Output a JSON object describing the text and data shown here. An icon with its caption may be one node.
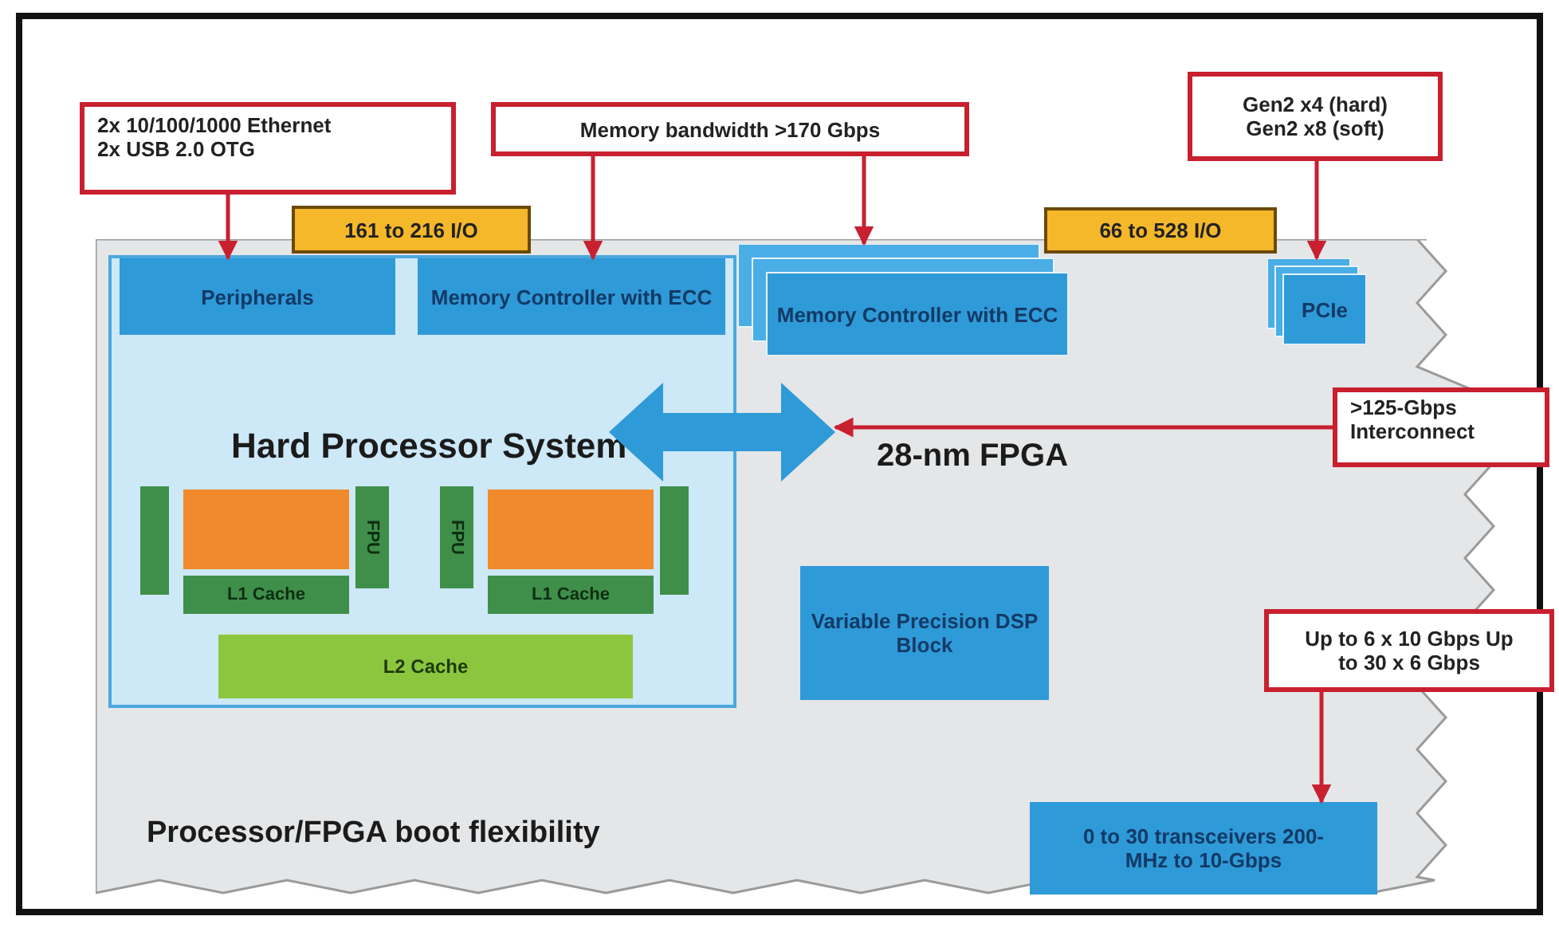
{
  "diagram": {
    "nodes": [
      {
        "text": [
          "28-nm FPGA",
          "Processor/FPGA boot flexibility"
        ]
      },
      {
        "text": [
          "Hard Processor System"
        ],
        "in": 0
      },
      {
        "text": [
          "Peripherals"
        ],
        "in": 1
      },
      {
        "text": [
          "Memory Controller with ECC"
        ],
        "in": 1
      },
      {
        "text": [],
        "shape": "bar",
        "in": 1
      },
      {
        "text": [],
        "shape": "box",
        "in": 1
      },
      {
        "text": [
          "FPU"
        ],
        "in": 1
      },
      {
        "text": [
          "L1 Cache"
        ],
        "in": 1
      },
      {
        "text": [
          "FPU"
        ],
        "in": 1
      },
      {
        "text": [],
        "shape": "box",
        "in": 1
      },
      {
        "text": [],
        "shape": "bar",
        "in": 1
      },
      {
        "text": [
          "L1 Cache"
        ],
        "in": 1
      },
      {
        "text": [
          "L2 Cache"
        ],
        "in": 1
      },
      {
        "text": [
          "Memory Controller with ECC"
        ],
        "in": 0
      },
      {
        "text": [
          "PCIe"
        ],
        "in": 0
      },
      {
        "text": [
          "Variable Precision DSP Block"
        ],
        "in": 0
      },
      {
        "text": [
          "0 to 30 transceivers 200-MHz to 10-Gbps"
        ],
        "in": 0
      },
      {
        "text": [
          "2x 10/100/1000 Ethernet 2x USB 2.0 OTG"
        ]
      },
      {
        "text": [
          "Memory bandwidth >170 Gbps"
        ]
      },
      {
        "text": [
          "Gen2 x4 (hard) Gen2 x8 (soft)"
        ]
      },
      {
        "text": [
          ">125-Gbps Interconnect"
        ]
      },
      {
        "text": [
          "Up to 6 x 10 Gbps Up to 30 x 6 Gbps"
        ]
      },
      {
        "text": [
          "161 to 216 I/O"
        ]
      },
      {
        "text": [
          "66 to 528 I/O"
        ]
      },
      {
        "text": [],
        "shape": "arrow",
        "in": 0
      }
    ],
    "edges": [
      {
        "from": 17,
        "to": 2,
        "arrow": "to"
      },
      {
        "from": 18,
        "to": 3,
        "arrow": "to"
      },
      {
        "from": 18,
        "to": 13,
        "arrow": "to"
      },
      {
        "from": 19,
        "to": 14,
        "arrow": "to"
      },
      {
        "from": 20,
        "to": 24,
        "arrow": "to"
      },
      {
        "from": 21,
        "to": 16,
        "arrow": "to"
      }
    ]
  }
}
